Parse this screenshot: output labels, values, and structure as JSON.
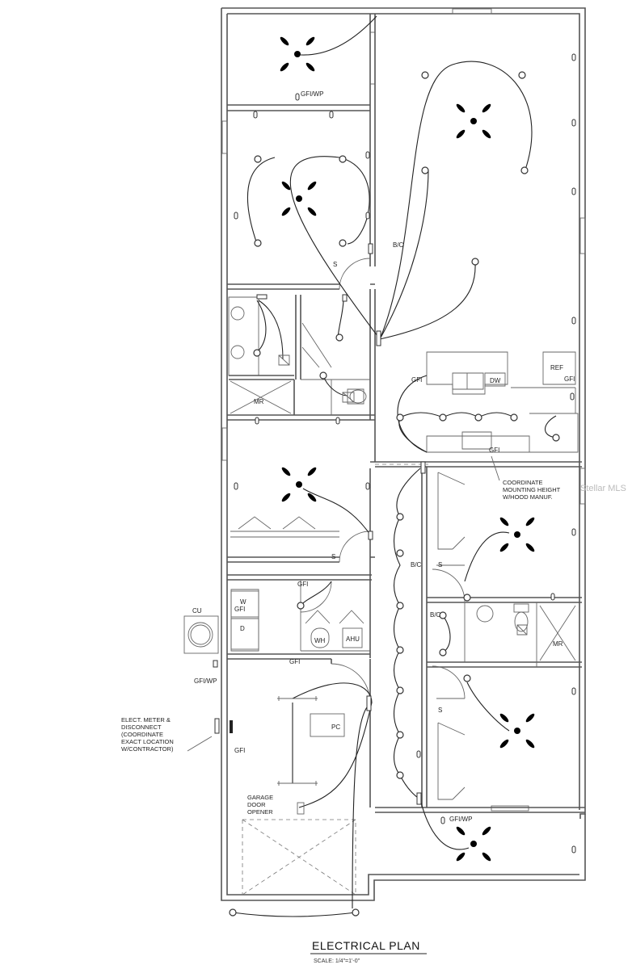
{
  "labels": {
    "gfi": "GFI",
    "gfi_wp": "GFI/WP",
    "switch_3way": "S",
    "bc": "B/C",
    "mr": "MR",
    "dw": "DW",
    "ref": "REF",
    "w": "W",
    "d": "D",
    "wh": "WH",
    "ahu": "AHU",
    "cu": "CU",
    "pc": "PC",
    "garage_opener": [
      "GARAGE",
      "DOOR",
      "OPENER"
    ],
    "hood_note": [
      "COORDINATE",
      "MOUNTING HEIGHT",
      "W/HOOD MANUF."
    ],
    "meter_note": [
      "ELECT. METER &",
      "DISCONNECT",
      "(COORDINATE",
      "EXACT LOCATION",
      "W/CONTRACTOR)"
    ]
  },
  "title": "ELECTRICAL PLAN",
  "scale": "SCALE: 1/4\"=1'-0\"",
  "watermark": "Stellar MLS"
}
